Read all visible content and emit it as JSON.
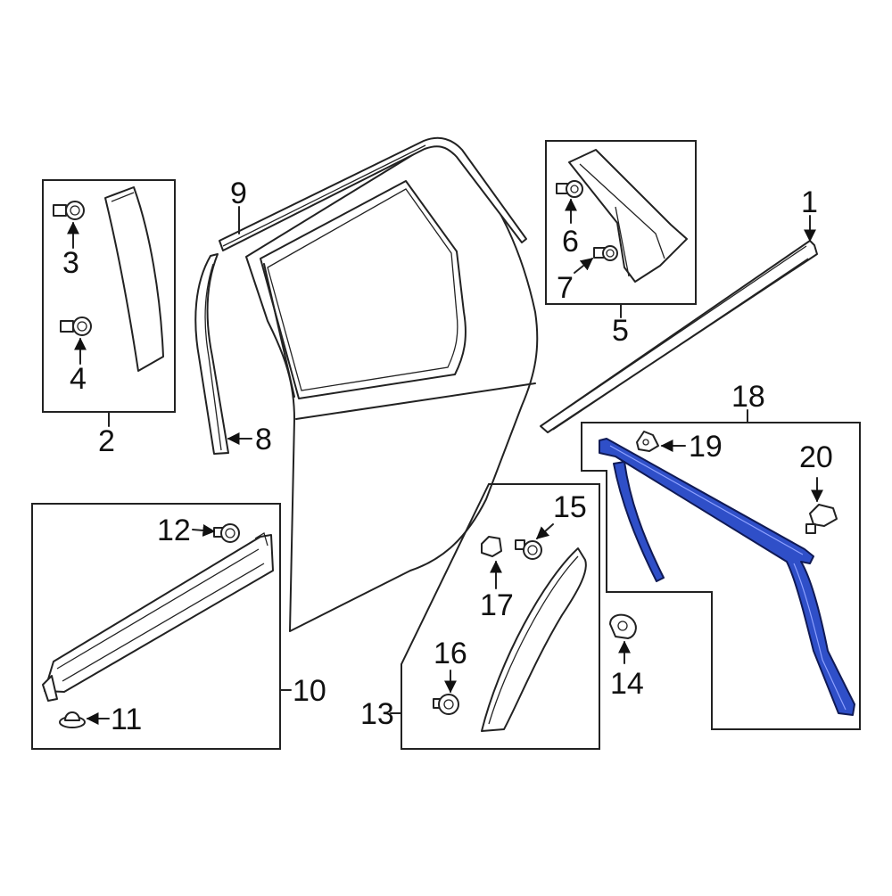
{
  "diagram": {
    "highlight_color": "#2f4fc8",
    "callouts": [
      {
        "id": "1",
        "label": "1"
      },
      {
        "id": "2",
        "label": "2"
      },
      {
        "id": "3",
        "label": "3"
      },
      {
        "id": "4",
        "label": "4"
      },
      {
        "id": "5",
        "label": "5"
      },
      {
        "id": "6",
        "label": "6"
      },
      {
        "id": "7",
        "label": "7"
      },
      {
        "id": "8",
        "label": "8"
      },
      {
        "id": "9",
        "label": "9"
      },
      {
        "id": "10",
        "label": "10"
      },
      {
        "id": "11",
        "label": "11"
      },
      {
        "id": "12",
        "label": "12"
      },
      {
        "id": "13",
        "label": "13"
      },
      {
        "id": "14",
        "label": "14"
      },
      {
        "id": "15",
        "label": "15"
      },
      {
        "id": "16",
        "label": "16"
      },
      {
        "id": "17",
        "label": "17"
      },
      {
        "id": "18",
        "label": "18"
      },
      {
        "id": "19",
        "label": "19"
      },
      {
        "id": "20",
        "label": "20"
      }
    ]
  }
}
